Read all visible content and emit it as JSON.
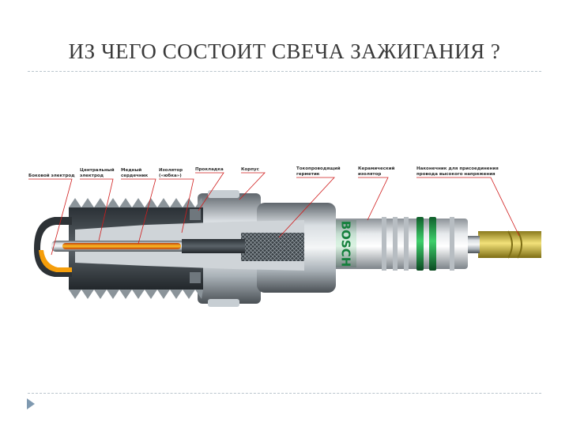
{
  "slide": {
    "title": "ИЗ ЧЕГО СОСТОИТ СВЕЧА ЗАЖИГАНИЯ ?"
  },
  "diagram": {
    "brand": "BOSCH",
    "labels": {
      "side_electrode": "Боковой электрод",
      "center_electrode_1": "Центральный",
      "center_electrode_2": "электрод",
      "copper_core_1": "Медный",
      "copper_core_2": "сердечник",
      "insulator_foot_1": "Изолятор",
      "insulator_foot_2": "(«юбка»)",
      "gasket": "Прокладка",
      "shell": "Корпус",
      "seal_1": "Токопроводящий",
      "seal_2": "герметик",
      "ceramic_insulator_1": "Керамический",
      "ceramic_insulator_2": "изолятор",
      "terminal_1": "Наконечник для присоединения",
      "terminal_2": "провода высокого напряжения"
    },
    "colors": {
      "leader": "#d01c1c",
      "metal": "#9ea7ae",
      "brand_green": "#16a34a",
      "copper_core": "#f59e0b",
      "terminal_brass": "#d6bf3a"
    }
  }
}
